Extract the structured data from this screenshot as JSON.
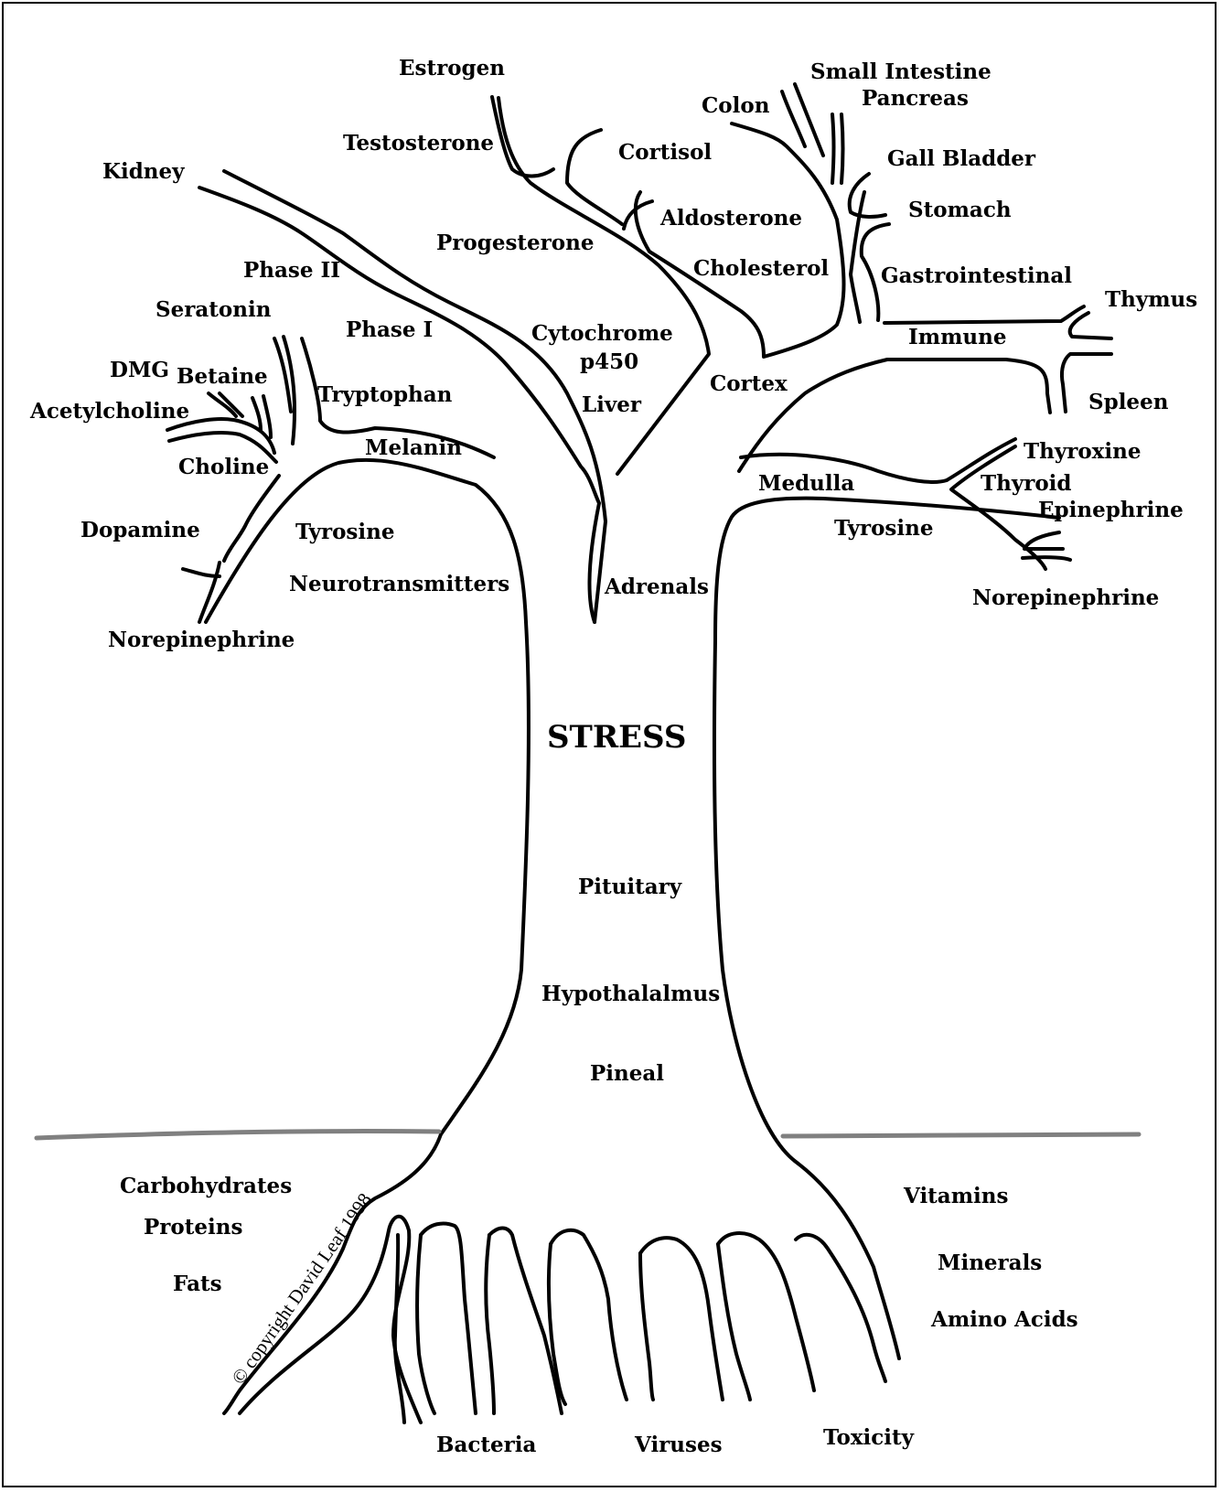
{
  "diagram": {
    "title": "STRESS",
    "copyright": "© copyright  David  Leaf  1998",
    "labels": {
      "estrogen": "Estrogen",
      "small_intestine": "Small Intestine",
      "pancreas": "Pancreas",
      "colon": "Colon",
      "testosterone": "Testosterone",
      "cortisol": "Cortisol",
      "gall_bladder": "Gall Bladder",
      "kidney": "Kidney",
      "aldosterone": "Aldosterone",
      "stomach": "Stomach",
      "progesterone": "Progesterone",
      "phase_ii": "Phase II",
      "cholesterol": "Cholesterol",
      "gastrointestinal": "Gastrointestinal",
      "thymus": "Thymus",
      "seratonin": "Seratonin",
      "phase_i": "Phase I",
      "cytochrome": "Cytochrome",
      "p450": "p450",
      "immune": "Immune",
      "dmg": "DMG",
      "betaine": "Betaine",
      "cortex": "Cortex",
      "tryptophan": "Tryptophan",
      "liver": "Liver",
      "spleen": "Spleen",
      "acetylcholine": "Acetylcholine",
      "melanin": "Melanin",
      "thyroxine": "Thyroxine",
      "choline": "Choline",
      "medulla": "Medulla",
      "thyroid": "Thyroid",
      "epinephrine": "Epinephrine",
      "dopamine": "Dopamine",
      "tyrosine_left": "Tyrosine",
      "tyrosine_right": "Tyrosine",
      "neurotransmitters": "Neurotransmitters",
      "adrenals": "Adrenals",
      "norepinephrine_right": "Norepinephrine",
      "norepinephrine_left": "Norepinephrine",
      "pituitary": "Pituitary",
      "hypothalalmus": "Hypothalalmus",
      "pineal": "Pineal",
      "carbohydrates": "Carbohydrates",
      "vitamins": "Vitamins",
      "proteins": "Proteins",
      "minerals": "Minerals",
      "fats": "Fats",
      "amino_acids": "Amino Acids",
      "bacteria": "Bacteria",
      "viruses": "Viruses",
      "toxicity": "Toxicity"
    }
  },
  "colors": {
    "line": "#000000",
    "ground": "#808080",
    "background": "#ffffff"
  }
}
